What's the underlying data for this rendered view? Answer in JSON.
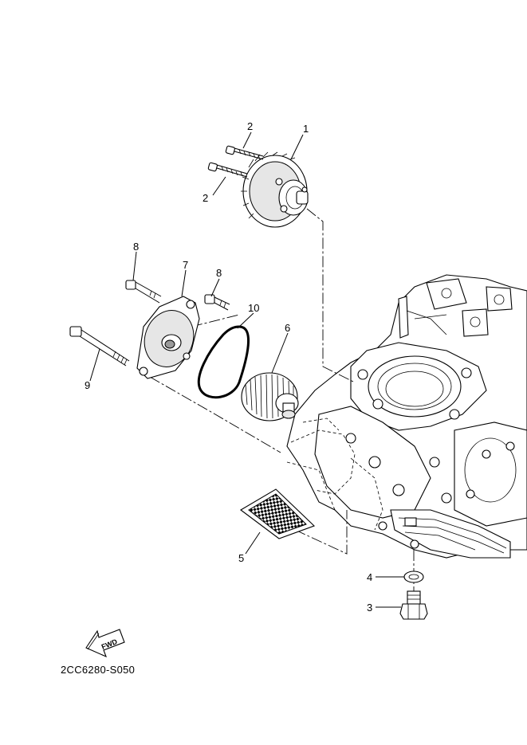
{
  "callouts": {
    "n1": "1",
    "n2a": "2",
    "n2b": "2",
    "n3": "3",
    "n4": "4",
    "n5": "5",
    "n6": "6",
    "n7": "7",
    "n8a": "8",
    "n8b": "8",
    "n9": "9",
    "n10": "10"
  },
  "fwd_badge": {
    "label": "FWD"
  },
  "diagram_code": "2CC6280-S050"
}
